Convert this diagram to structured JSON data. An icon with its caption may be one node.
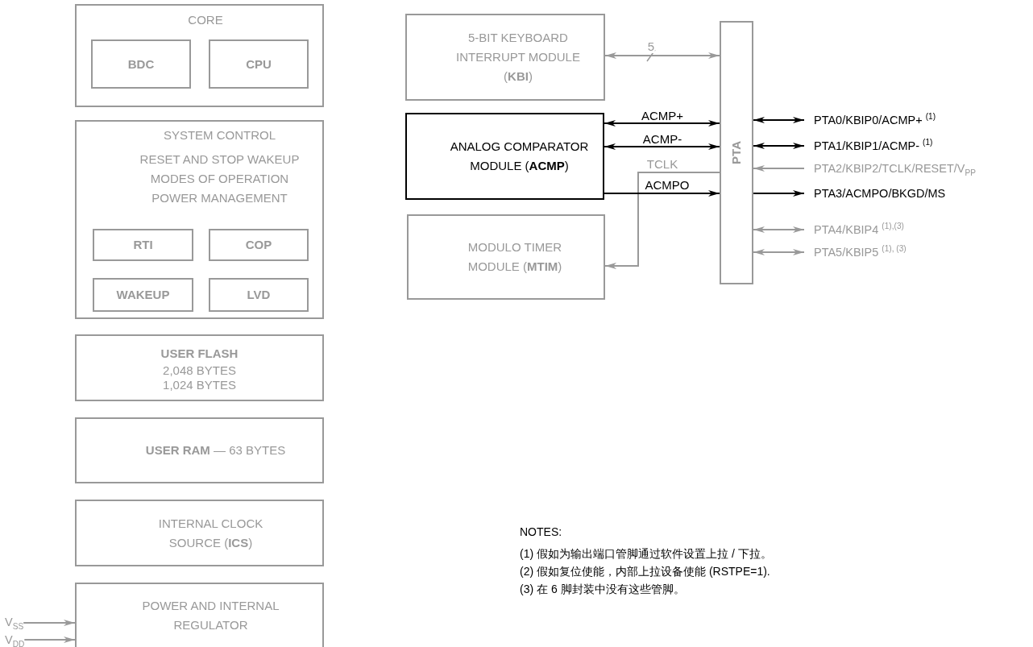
{
  "diagram": {
    "nodes": [
      {
        "text": [
          "CORE"
        ]
      },
      {
        "text": [
          "BDC"
        ],
        "in": 0
      },
      {
        "text": [
          "CPU"
        ],
        "in": 0
      },
      {
        "text": [
          "SYSTEM CONTROL",
          "RESET AND STOP WAKEUP MODES OF OPERATION POWER MANAGEMENT"
        ]
      },
      {
        "text": [
          "RTI"
        ],
        "in": 3
      },
      {
        "text": [
          "COP"
        ],
        "in": 3
      },
      {
        "text": [
          "WAKEUP"
        ],
        "in": 3
      },
      {
        "text": [
          "LVD"
        ],
        "in": 3
      },
      {
        "text": [
          "USER FLASH",
          "2,048 BYTES",
          "1,024 BYTES"
        ]
      },
      {
        "text": [
          "**USER RAM** — 63 BYTES"
        ]
      },
      {
        "text": [
          "INTERNAL CLOCK SOURCE (**ICS**)"
        ]
      },
      {
        "text": [
          "POWER AND INTERNAL REGULATOR"
        ]
      },
      {
        "text": [
          "5-BIT KEYBOARD INTERRUPT MODULE (**KBI**)"
        ]
      },
      {
        "text": [
          "ANALOG COMPARATOR MODULE (**ACMP**)"
        ]
      },
      {
        "text": [
          "MODULO TIMER MODULE (**MTIM**)"
        ]
      },
      {
        "text": [
          "PTA"
        ]
      },
      {
        "text": [
          "PTA0/KBIP0/ACMP+ $^{(1)}$"
        ]
      },
      {
        "text": [
          "PTA1/KBIP1/ACMP- $^{(1)}$"
        ]
      },
      {
        "text": [
          "PTA2/KBIP2/TCLK/RESET/V$_{PP}$"
        ]
      },
      {
        "text": [
          "PTA3/ACMPO/BKGD/MS"
        ]
      },
      {
        "text": [
          "PTA4/KBIP4 $^{(1),(3)}$"
        ]
      },
      {
        "text": [
          "PTA5/KBIP5 $^{(1), (3)}$"
        ]
      },
      {
        "text": [
          "V$_{SS}$"
        ]
      },
      {
        "text": [
          "V$_{DD}$"
        ]
      }
    ],
    "edges": [
      {
        "from": 12,
        "to": 15,
        "arrow": "both",
        "label": "5"
      },
      {
        "from": 13,
        "to": 15,
        "arrow": "both",
        "label": "ACMP+",
        "color": "#000000"
      },
      {
        "from": 13,
        "to": 15,
        "arrow": "both",
        "label": "ACMP-",
        "color": "#000000"
      },
      {
        "from": 15,
        "to": 14,
        "arrow": "to",
        "label": "TCLK"
      },
      {
        "from": 13,
        "to": 15,
        "arrow": "to",
        "label": "ACMPO",
        "color": "#000000"
      },
      {
        "from": 15,
        "to": 16,
        "arrow": "both",
        "color": "#000000"
      },
      {
        "from": 15,
        "to": 17,
        "arrow": "both",
        "color": "#000000"
      },
      {
        "from": 18,
        "to": 15,
        "arrow": "to"
      },
      {
        "from": 15,
        "to": 19,
        "arrow": "to",
        "color": "#000000"
      },
      {
        "from": 15,
        "to": 20,
        "arrow": "both"
      },
      {
        "from": 15,
        "to": 21,
        "arrow": "both"
      },
      {
        "from": 22,
        "to": 11,
        "arrow": "to"
      },
      {
        "from": 23,
        "to": 11,
        "arrow": "to"
      }
    ],
    "labels": [
      "NOTES:",
      "(1) 假如为输出端口管脚通过软件设置上拉 / 下拉。",
      "(2) 假如复位使能，内部上拉设备使能 (RSTPE=1).",
      "(3) 在 6 脚封装中没有这些管脚。"
    ]
  }
}
